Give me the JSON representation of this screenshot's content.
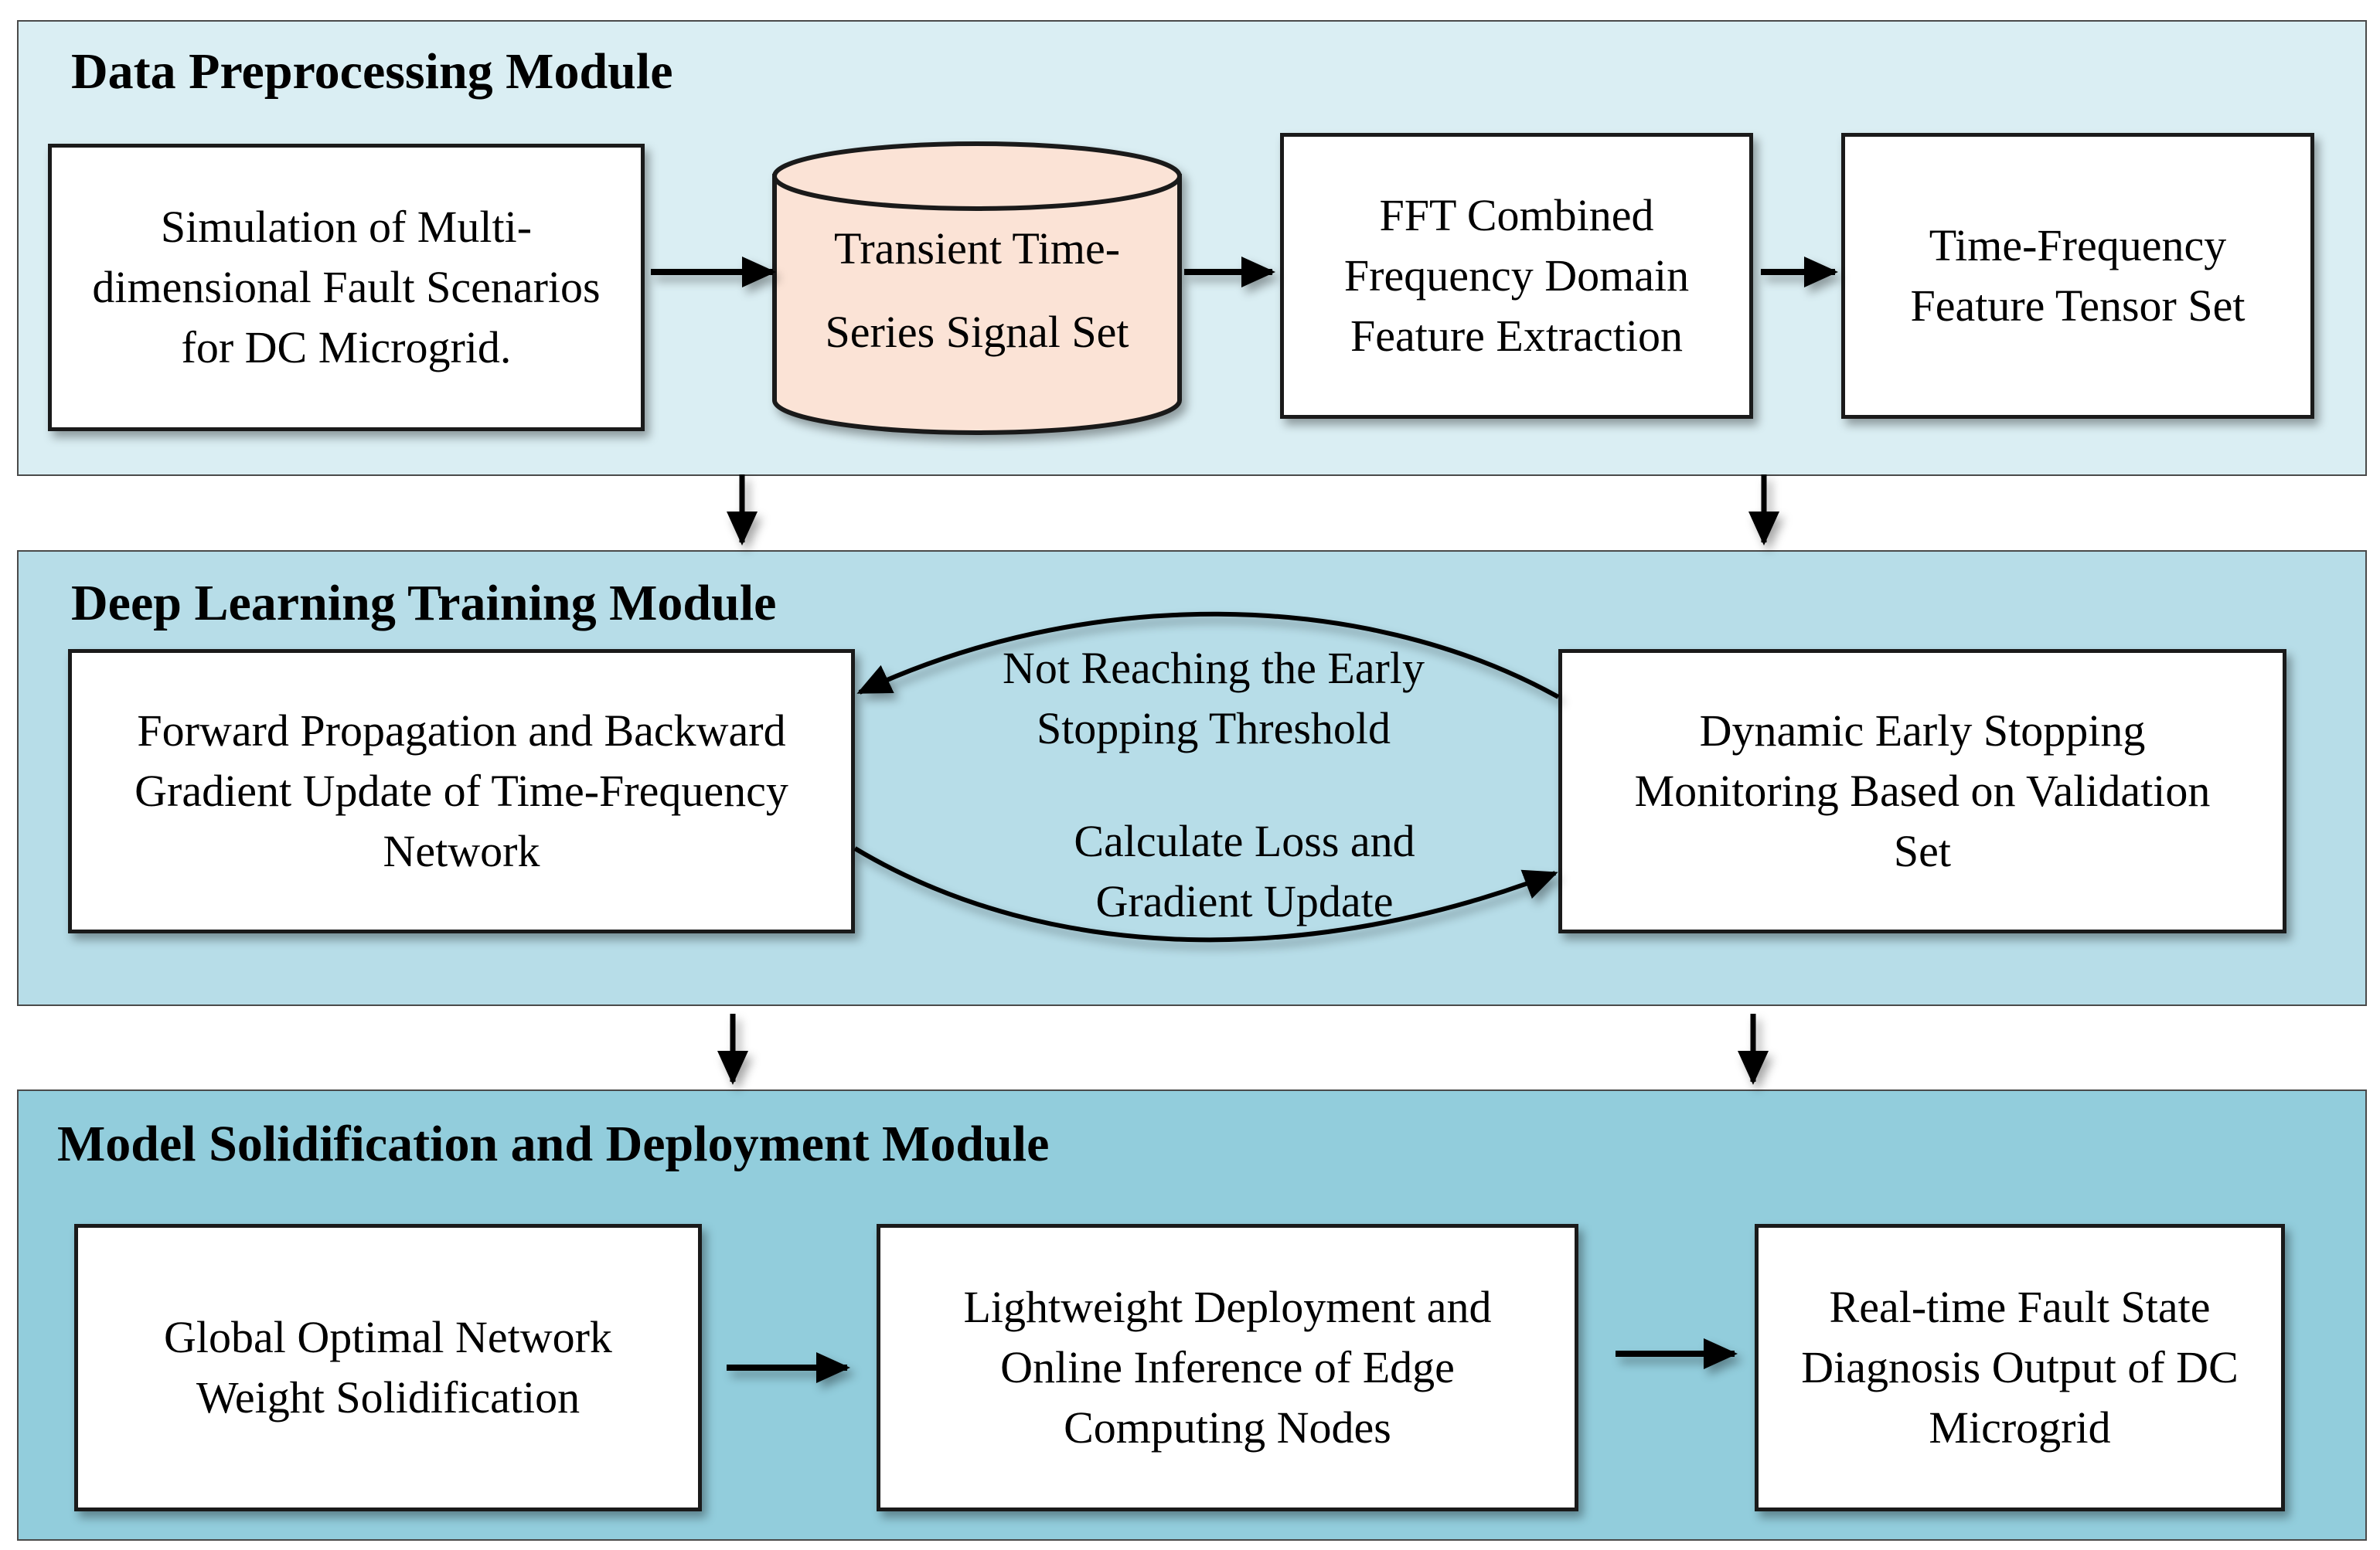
{
  "modules": {
    "preprocessing": {
      "title": "Data Preprocessing Module",
      "color": "#daeef3",
      "simulation": "Simulation of Multi-\ndimensional Fault Scenarios\nfor DC Microgrid.",
      "signal_set": "Transient Time-\nSeries Signal Set",
      "signal_set_color": "#fbe3d6",
      "fft": "FFT Combined\nFrequency Domain\nFeature Extraction",
      "tensor": "Time-Frequency\nFeature Tensor Set"
    },
    "training": {
      "title": "Deep Learning Training Module",
      "color": "#b7dde8",
      "forward": "Forward Propagation and Backward\nGradient Update of Time-Frequency\nNetwork",
      "early_stop": "Dynamic Early Stopping\nMonitoring Based on Validation\nSet",
      "loop_top": "Not Reaching the Early\nStopping Threshold",
      "loop_bottom": "Calculate Loss and\nGradient Update"
    },
    "deployment": {
      "title": "Model Solidification and Deployment Module",
      "color": "#92cddc",
      "solidify": "Global Optimal Network\nWeight Solidification",
      "edge": "Lightweight Deployment and\nOnline Inference of Edge\nComputing Nodes",
      "output": "Real-time Fault State\nDiagnosis Output of DC\nMicrogrid"
    }
  }
}
